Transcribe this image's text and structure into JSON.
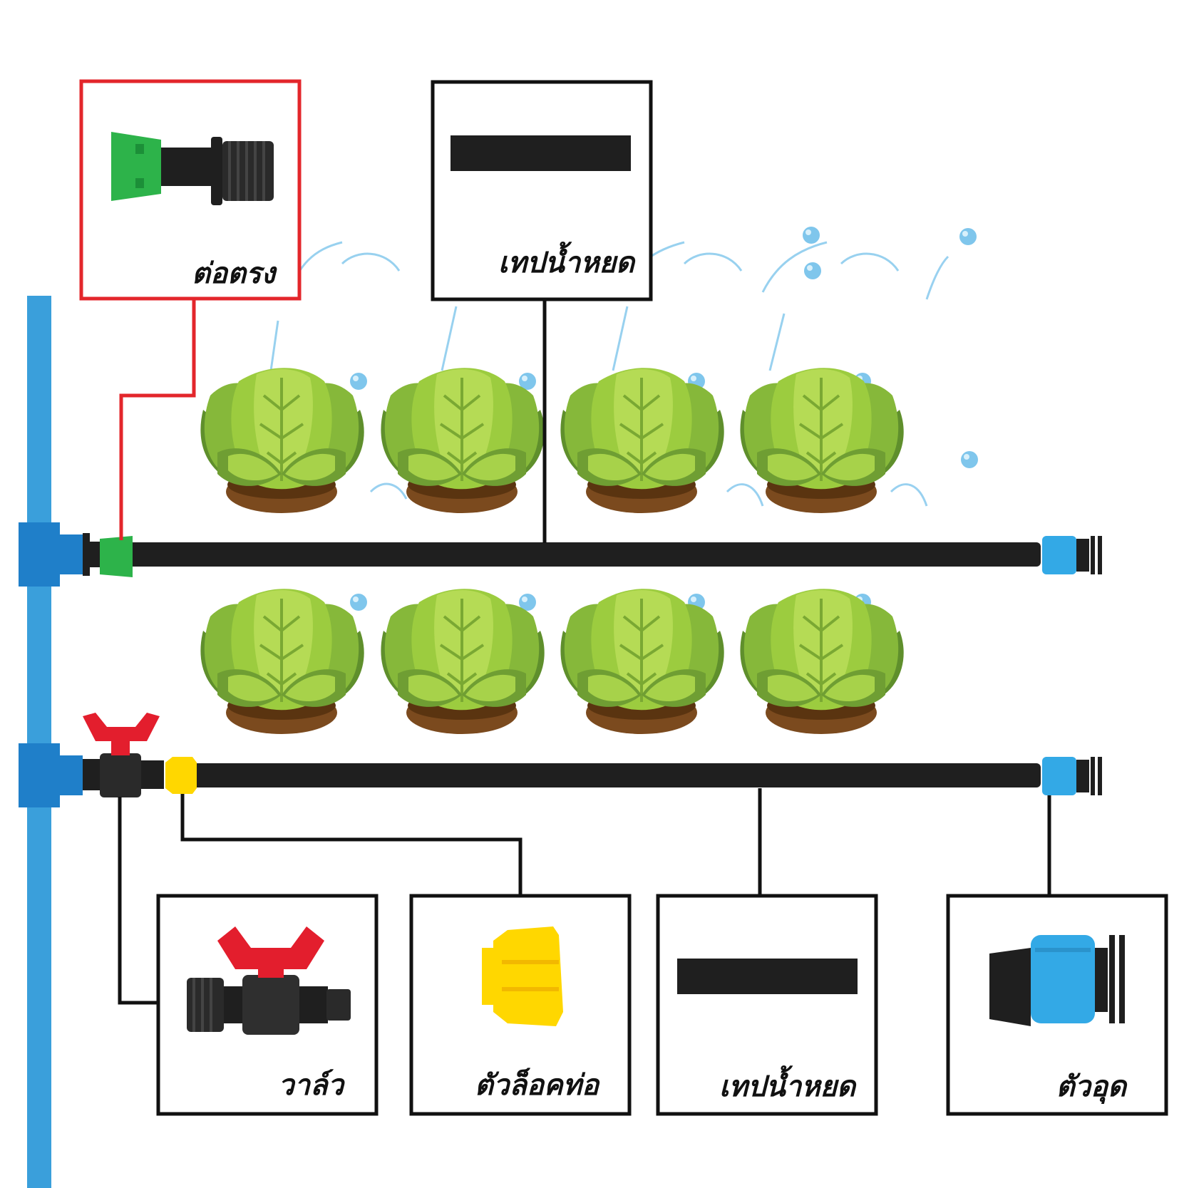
{
  "labels": {
    "straight_connector": "ต่อตรง",
    "drip_tape_top": "เทปน้ำหยด",
    "valve": "วาล์ว",
    "pipe_lock": "ตัวล็อคท่อ",
    "drip_tape_bottom": "เทปน้ำหยด",
    "end_plug": "ตัวอุด"
  },
  "colors": {
    "main_pipe": "#3a9fdb",
    "tee_fitting": "#1f7fc9",
    "drip_tape": "#1f1f1f",
    "green_connector": "#2db34a",
    "red_valve": "#e31e2d",
    "yellow_lock": "#ffd700",
    "blue_plug": "#33a9e6",
    "lettuce_light": "#9ccc3f",
    "lettuce_dark": "#5f8f2c",
    "soil": "#7b4a1e",
    "water": "#7fc6ec",
    "highlight_box": "#e3262b",
    "box_border": "#111111"
  }
}
